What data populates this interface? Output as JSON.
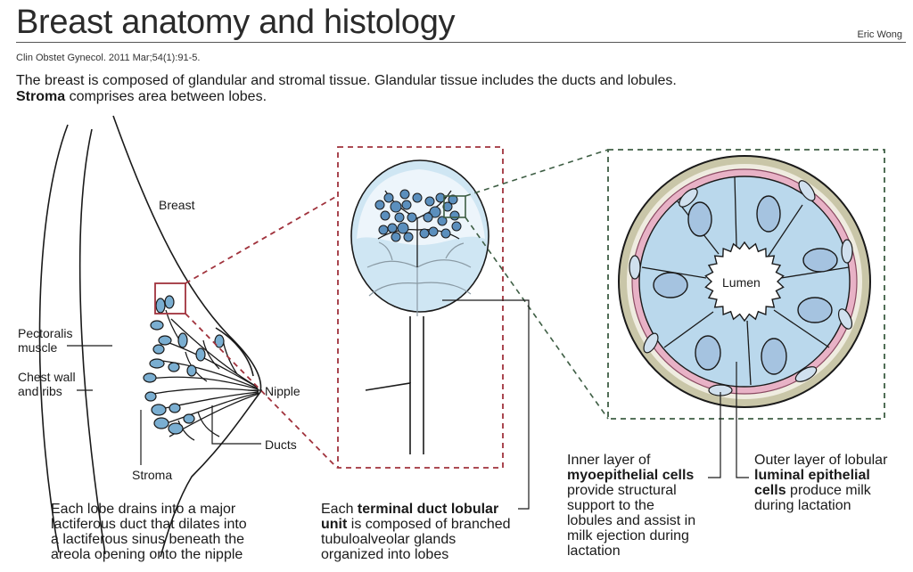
{
  "header": {
    "title": "Breast anatomy and histology",
    "author": "Eric Wong",
    "citation": "Clin Obstet Gynecol. 2011 Mar;54(1):91-5."
  },
  "intro": {
    "line1": "The breast is composed of glandular and stromal tissue. Glandular tissue includes the ducts and lobules.",
    "line2_bold": "Stroma",
    "line2_rest": " comprises area between lobes."
  },
  "labels": {
    "breast": "Breast",
    "pectoralis": "Pectoralis",
    "muscle": "muscle",
    "chest_wall": "Chest wall",
    "and_ribs": "and ribs",
    "nipple": "Nipple",
    "ducts": "Ducts",
    "stroma": "Stroma",
    "lumen": "Lumen"
  },
  "captions": {
    "lobe": [
      "Each lobe drains into a major",
      "lactiferous duct that dilates into",
      "a lactiferous sinus beneath the",
      "areola opening onto the nipple"
    ],
    "tdlu": {
      "pre": "Each ",
      "bold1": "terminal duct lobular",
      "bold2": "unit",
      "post": " is composed of branched",
      "line3": "tubuloalveolar glands",
      "line4": "organized into lobes"
    },
    "inner": {
      "line1": "Inner layer of",
      "bold": "myoepithelial cells",
      "line3": "provide structural",
      "line4": "support to the",
      "line5": "lobules and assist in",
      "line6": "milk ejection during",
      "line7": "lactation"
    },
    "outer": {
      "line1": "Outer layer of lobular",
      "bold1": "luminal epithelial",
      "bold2": "cells",
      "rest2": " produce milk",
      "line4": "during lactation"
    }
  },
  "colors": {
    "red_dashed": "#a0323c",
    "green_dashed": "#3e5e44",
    "lobule_fill": "#cfe6f3",
    "alveoli": "#7aaed1",
    "cell_fill": "#bad8ec",
    "myoepithelial": "#e8b2c6",
    "basement": "#c9c6a8"
  }
}
